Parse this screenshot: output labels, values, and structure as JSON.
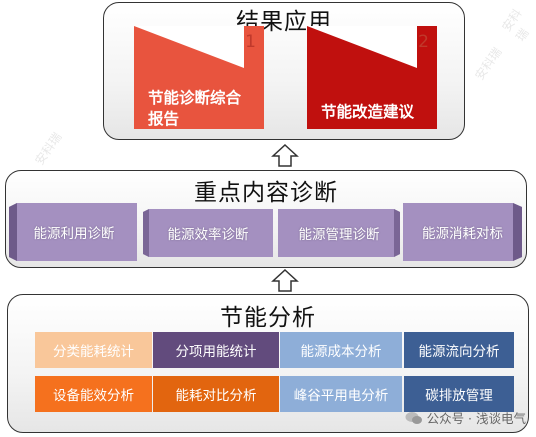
{
  "top": {
    "title": "结果应用",
    "cards": [
      {
        "num": "1",
        "label": "节能诊断综合报告",
        "color": "#e8543e"
      },
      {
        "num": "2",
        "label": "节能改造建议",
        "color": "#c0100e"
      }
    ]
  },
  "middle": {
    "title": "重点内容诊断",
    "items": [
      "能源利用诊断",
      "能源效率诊断",
      "能源管理诊断",
      "能源消耗对标"
    ]
  },
  "bottom": {
    "title": "节能分析",
    "row1": [
      {
        "label": "分类能耗统计",
        "color": "#f9c79a"
      },
      {
        "label": "分项用能统计",
        "color": "#624b7d"
      },
      {
        "label": "能源成本分析",
        "color": "#8eaed8"
      },
      {
        "label": "能源流向分析",
        "color": "#3d5f94"
      }
    ],
    "row2": [
      {
        "label": "设备能效分析",
        "color": "#f5711e"
      },
      {
        "label": "能耗对比分析",
        "color": "#e2650f"
      },
      {
        "label": "峰谷平用电分析",
        "color": "#8eaed8"
      },
      {
        "label": "碳排放管理",
        "color": "#3d5f94"
      }
    ]
  },
  "footer": {
    "text": "公众号 · 浅谈电气"
  },
  "watermark": "安科瑞"
}
